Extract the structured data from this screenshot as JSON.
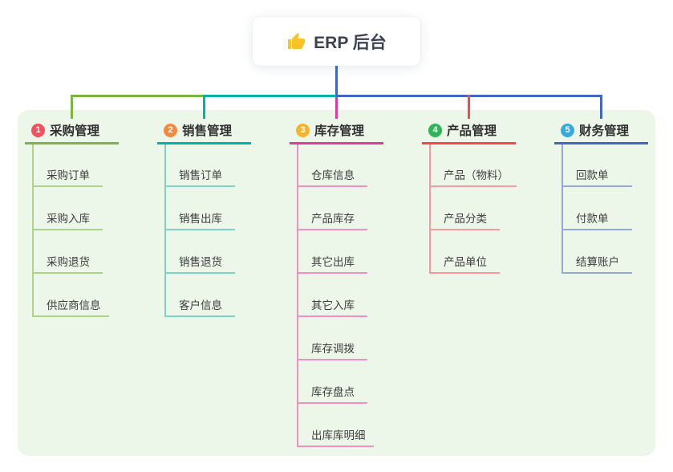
{
  "root": {
    "label": "ERP 后台",
    "icon": "thumbs-up-icon",
    "icon_color": "#f7c325",
    "line_color": "#4365c8"
  },
  "panel_color": "#ecf6e9",
  "branches": [
    {
      "number": "1",
      "label": "采购管理",
      "badge_color": "#f0535e",
      "line_color": "#7cb53f",
      "light_line_color": "#abd588",
      "children": [
        "采购订单",
        "采购入库",
        "采购退货",
        "供应商信息"
      ]
    },
    {
      "number": "2",
      "label": "销售管理",
      "badge_color": "#f58a3c",
      "line_color": "#00b3a6",
      "light_line_color": "#7fd2c8",
      "children": [
        "销售订单",
        "销售出库",
        "销售退货",
        "客户信息"
      ]
    },
    {
      "number": "3",
      "label": "库存管理",
      "badge_color": "#f6b42e",
      "line_color": "#e03a9c",
      "light_line_color": "#f48fc5",
      "children": [
        "仓库信息",
        "产品库存",
        "其它出库",
        "其它入库",
        "库存调拨",
        "库存盘点",
        "出库库明细"
      ]
    },
    {
      "number": "4",
      "label": "产品管理",
      "badge_color": "#2fb457",
      "line_color": "#f8464d",
      "light_line_color": "#f99b9e",
      "children": [
        "产品（物料）",
        "产品分类",
        "产品单位"
      ]
    },
    {
      "number": "5",
      "label": "财务管理",
      "badge_color": "#38a9df",
      "line_color": "#4365c8",
      "light_line_color": "#93a9dd",
      "children": [
        "回款单",
        "付款单",
        "结算账户"
      ]
    }
  ]
}
